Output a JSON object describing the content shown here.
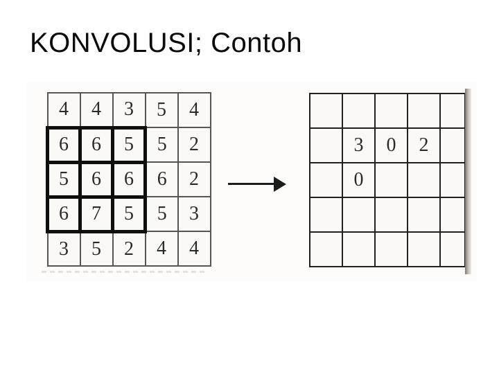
{
  "slide": {
    "title": "KONVOLUSI; Contoh"
  },
  "diagram": {
    "description": "convolution example: input matrix with 3x3 sliding window, arrow, partial output matrix",
    "left_grid": {
      "label": "input-matrix",
      "rows": [
        [
          "4",
          "4",
          "3",
          "5",
          "4"
        ],
        [
          "6",
          "6",
          "5",
          "5",
          "2"
        ],
        [
          "5",
          "6",
          "6",
          "6",
          "2"
        ],
        [
          "6",
          "7",
          "5",
          "5",
          "3"
        ],
        [
          "3",
          "5",
          "2",
          "4",
          "4"
        ]
      ],
      "highlight_window": {
        "rows": "2-4",
        "cols": "1-3",
        "values": [
          [
            "6",
            "6",
            "5"
          ],
          [
            "5",
            "6",
            "6"
          ],
          [
            "6",
            "7",
            "5"
          ]
        ]
      }
    },
    "arrow": {
      "direction": "right"
    },
    "right_grid": {
      "label": "output-matrix",
      "rows": [
        [
          "",
          "",
          "",
          "",
          ""
        ],
        [
          "",
          "3",
          "0",
          "2",
          ""
        ],
        [
          "",
          "0",
          "",
          "",
          ""
        ],
        [
          "",
          "",
          "",
          "",
          ""
        ],
        [
          "",
          "",
          "",
          "",
          ""
        ]
      ]
    },
    "colors": {
      "title_text": "#0b0b0b",
      "grid_line": "#555555",
      "output_grid_line": "#1f1f1f",
      "highlight_border": "#0e0e0e",
      "digit": "#2a2a2a",
      "page_edge_shadow": "#80786f"
    }
  }
}
